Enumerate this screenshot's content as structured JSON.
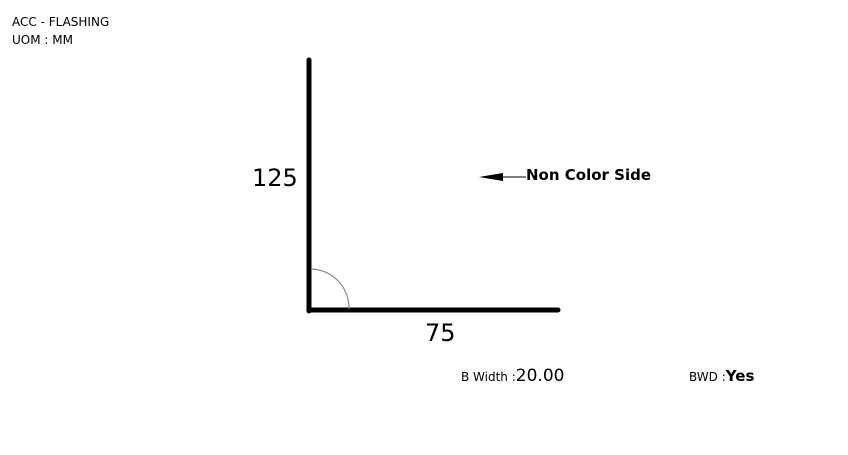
{
  "header": {
    "title": "ACC - FLASHING",
    "uom": "UOM : MM"
  },
  "diagram": {
    "dimension_vertical": "125",
    "dimension_horizontal": "75",
    "side_label": "Non Color Side",
    "stroke_color": "#000000",
    "angle_arc_color": "#888888"
  },
  "footer": {
    "b_width_label": "B Width :",
    "b_width_value": "20.00",
    "bwd_label": "BWD :",
    "bwd_value": "Yes"
  }
}
